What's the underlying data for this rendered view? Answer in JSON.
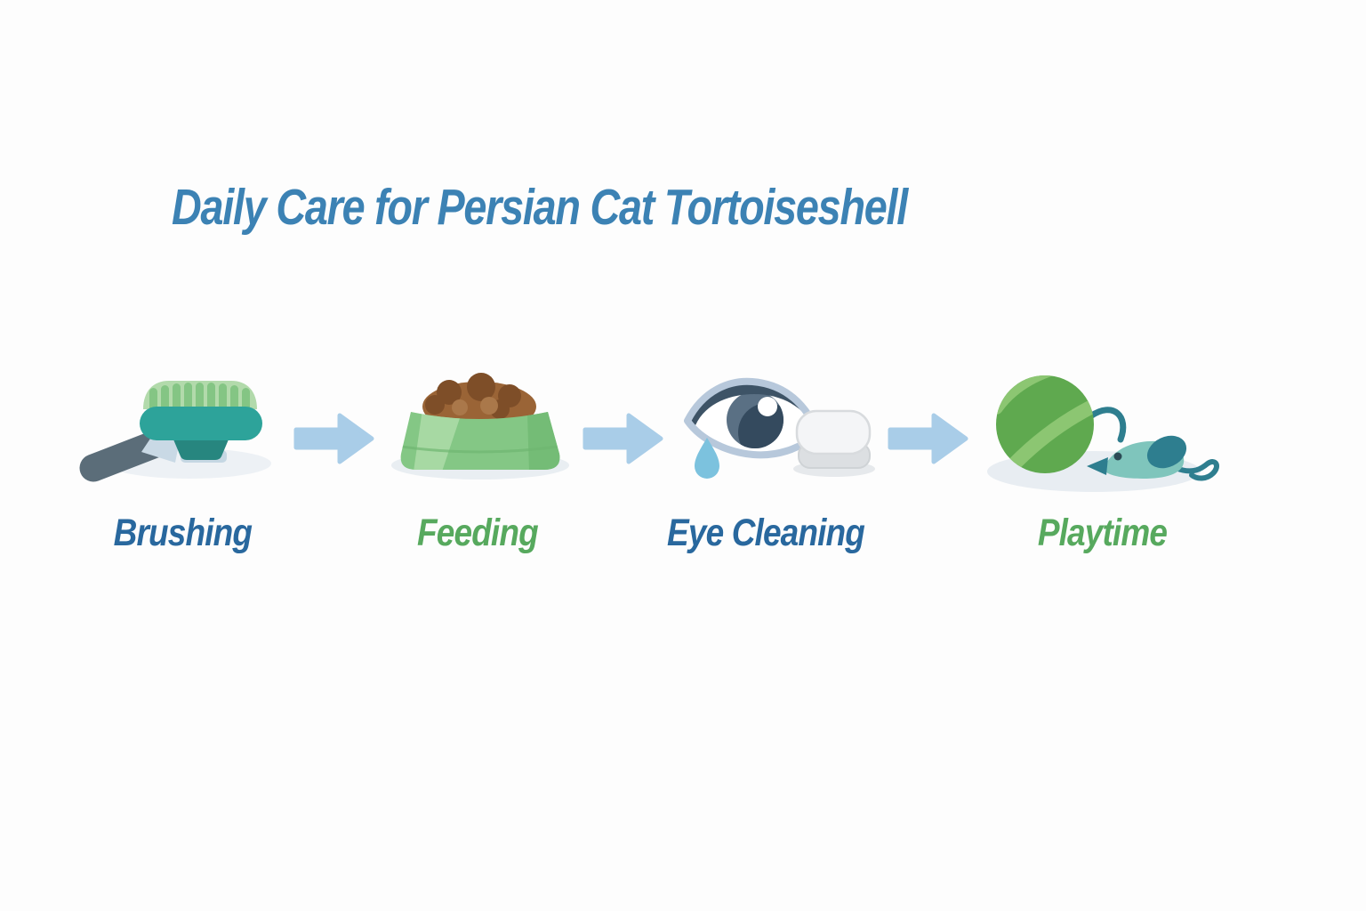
{
  "title": "Daily Care for Persian Cat Tortoiseshell",
  "colors": {
    "background": "#fdfdfd",
    "title": "#3c82b4",
    "label_blue": "#29689e",
    "label_green": "#57a95e",
    "arrow": "#a9cde8"
  },
  "steps": [
    {
      "label": "Brushing",
      "icon": "brush-icon",
      "label_color": "#29689e"
    },
    {
      "label": "Feeding",
      "icon": "food-bowl-icon",
      "label_color": "#57a95e"
    },
    {
      "label": "Eye Cleaning",
      "icon": "eye-cleaning-icon",
      "label_color": "#29689e"
    },
    {
      "label": "Playtime",
      "icon": "yarn-ball-and-mouse-icon",
      "label_color": "#57a95e"
    }
  ]
}
